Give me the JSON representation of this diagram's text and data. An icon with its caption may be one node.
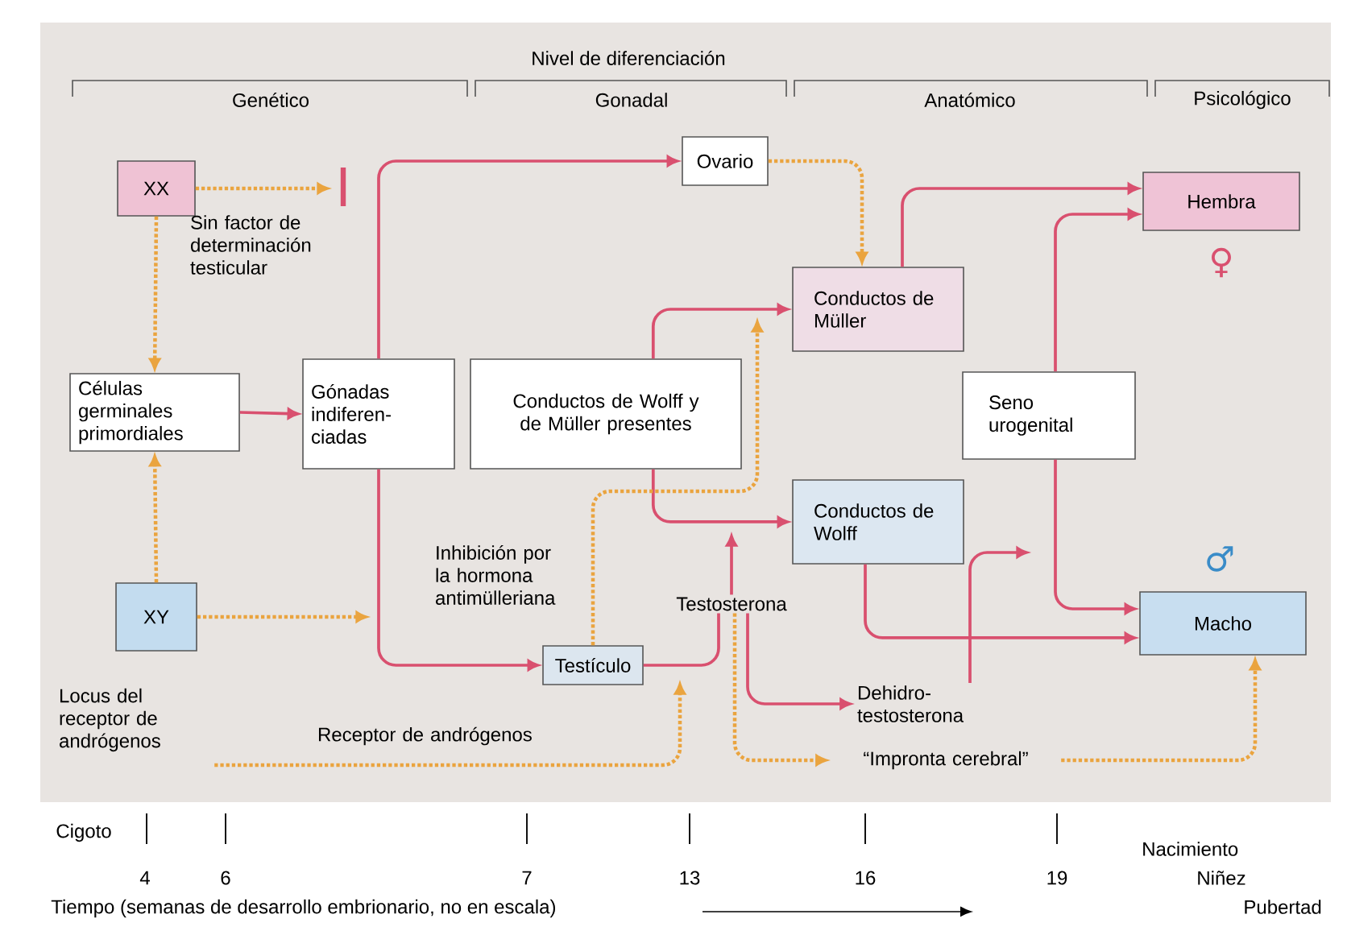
{
  "diagram": {
    "nodes": [
      {
        "text": [
          "XX"
        ]
      },
      {
        "text": [
          "Células germinales primordiales"
        ]
      },
      {
        "text": [
          "XY"
        ]
      },
      {
        "text": [
          "Gónadas indiferen-ciadas"
        ]
      },
      {
        "text": [
          "Ovario"
        ]
      },
      {
        "text": [
          "Testículo"
        ]
      },
      {
        "text": [
          "Conductos de Wolff y de Müller presentes"
        ]
      },
      {
        "text": [
          "Conductos de Müller"
        ]
      },
      {
        "text": [
          "Conductos de Wolff"
        ]
      },
      {
        "text": [
          "Seno urogenital"
        ]
      },
      {
        "text": [
          "Hembra"
        ],
        "beside": [
          "♀"
        ]
      },
      {
        "text": [
          "Macho"
        ],
        "beside": [
          "♂"
        ]
      },
      {
        "text": [
          "Testosterona"
        ]
      },
      {
        "text": [
          "Dehidro-testosterona"
        ]
      },
      {
        "text": [
          "“Impronta cerebral”"
        ]
      },
      {
        "text": [
          "Locus del receptor de andrógenos"
        ]
      }
    ],
    "edges": [
      {
        "from": 0,
        "to": null,
        "arrow": "to",
        "style": "dashed",
        "color": "#eaa43f",
        "label": "Sin factor de determinación testicular"
      },
      {
        "from": 0,
        "to": 1,
        "arrow": "to",
        "style": "dashed",
        "color": "#eaa43f"
      },
      {
        "from": 2,
        "to": 1,
        "arrow": "to",
        "style": "dashed",
        "color": "#eaa43f"
      },
      {
        "from": 1,
        "to": 3,
        "arrow": "to"
      },
      {
        "from": 3,
        "to": 4,
        "arrow": "to"
      },
      {
        "from": 3,
        "to": 5,
        "arrow": "to"
      },
      {
        "from": 2,
        "to": null,
        "arrow": "to",
        "style": "dashed",
        "color": "#eaa43f"
      },
      {
        "from": 4,
        "to": 7,
        "arrow": "to",
        "style": "dashed",
        "color": "#eaa43f"
      },
      {
        "from": 6,
        "to": 7,
        "arrow": "to"
      },
      {
        "from": 6,
        "to": 8,
        "arrow": "to"
      },
      {
        "from": 5,
        "to": 12,
        "arrow": "none"
      },
      {
        "from": 12,
        "to": null,
        "arrow": "to"
      },
      {
        "from": 12,
        "to": 13,
        "arrow": "to"
      },
      {
        "from": 12,
        "to": 14,
        "arrow": "to",
        "style": "dashed",
        "color": "#eaa43f"
      },
      {
        "from": 14,
        "to": 11,
        "arrow": "to",
        "style": "dashed",
        "color": "#eaa43f"
      },
      {
        "from": 13,
        "to": null,
        "arrow": "to"
      },
      {
        "from": 7,
        "to": 10,
        "arrow": "to"
      },
      {
        "from": 9,
        "to": 10,
        "arrow": "to"
      },
      {
        "from": 9,
        "to": 11,
        "arrow": "to"
      },
      {
        "from": 8,
        "to": 11,
        "arrow": "to"
      },
      {
        "from": 15,
        "to": null,
        "arrow": "to",
        "style": "dashed",
        "color": "#eaa43f",
        "label": "Receptor de andrógenos"
      },
      {
        "from": 5,
        "to": null,
        "arrow": "to",
        "style": "dashed",
        "color": "#eaa43f",
        "label": "Inhibición por la hormona antimülleriana"
      }
    ],
    "labels": [
      "Nivel de diferenciación",
      "Genético",
      "Gonadal",
      "Anatómico",
      "Psicológico",
      "Cigoto",
      "4",
      "6",
      "7",
      "13",
      "16",
      "19",
      "Nacimiento",
      "Niñez",
      "Pubertad",
      "Tiempo (semanas de desarrollo embrionario, no en escala)"
    ]
  }
}
